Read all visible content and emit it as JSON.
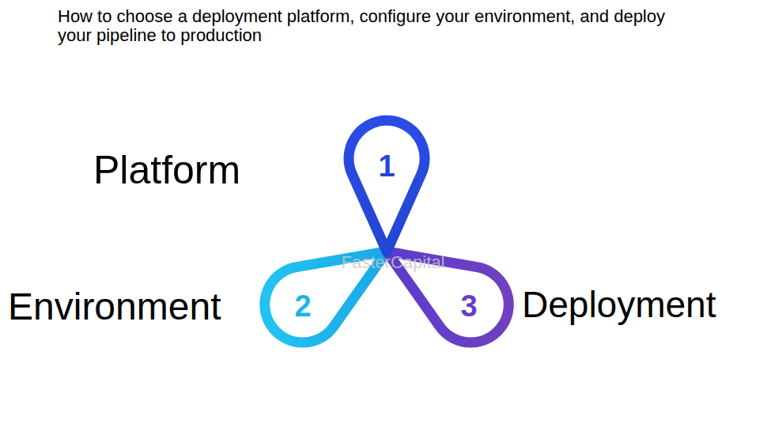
{
  "diagram": {
    "title": "How to choose a deployment platform, configure your environment, and deploy your pipeline to production",
    "nodes": [
      {
        "text": [
          "1"
        ]
      },
      {
        "text": [
          "2"
        ]
      },
      {
        "text": [
          "3"
        ]
      }
    ],
    "labels": [
      "Platform",
      "Environment",
      "Deployment",
      "FasterCapital"
    ]
  }
}
